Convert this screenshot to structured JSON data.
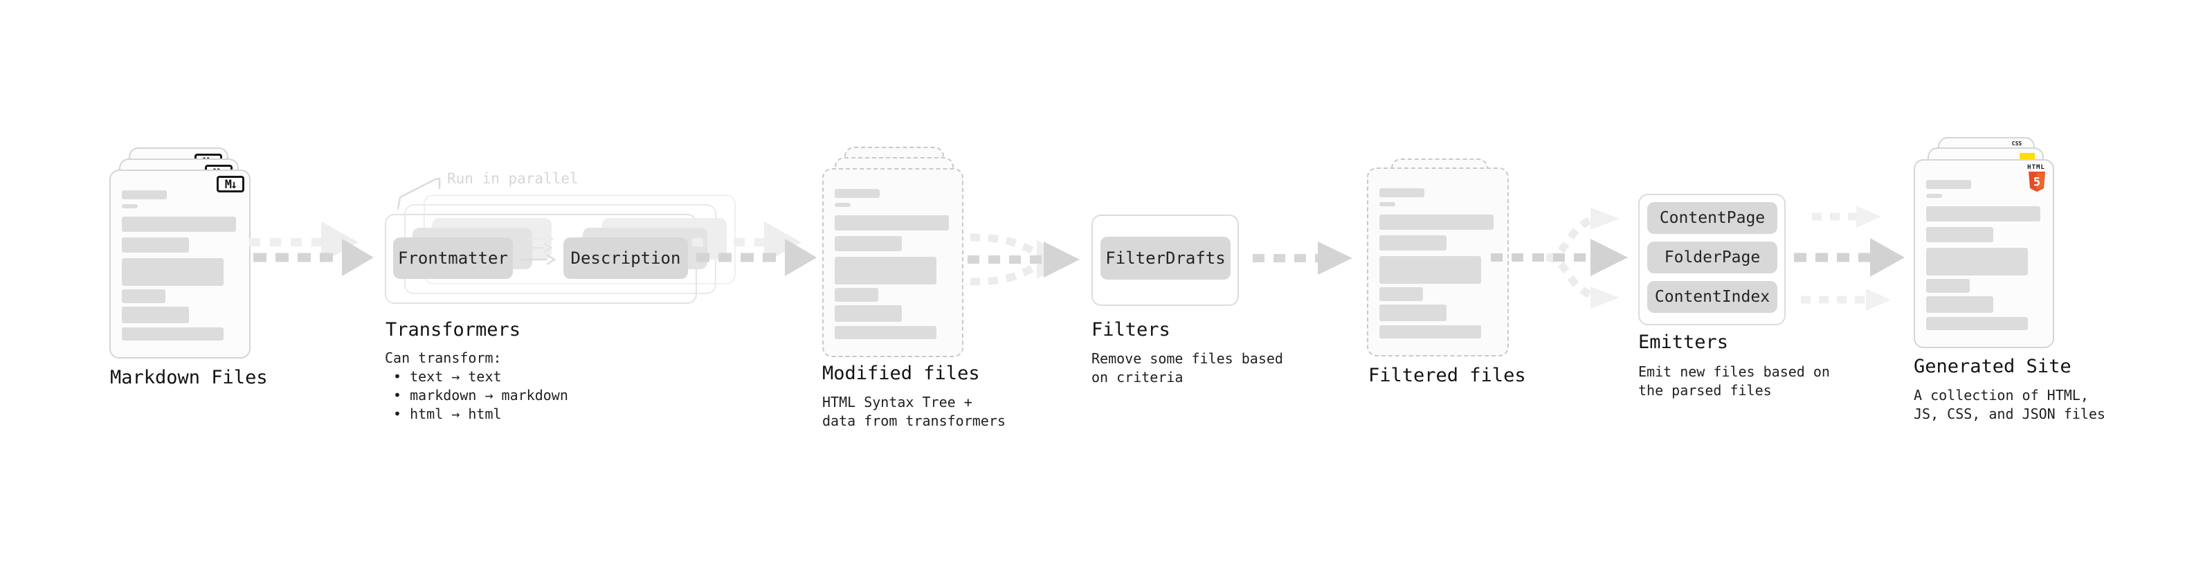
{
  "markdown_files": {
    "label": "Markdown Files",
    "badge": "M↓"
  },
  "transformers": {
    "note": "Run in parallel",
    "steps": [
      "Frontmatter",
      "Description"
    ],
    "title": "Transformers",
    "desc_heading": "Can transform:",
    "bullets": [
      "• text → text",
      "• markdown → markdown",
      "• html → html"
    ]
  },
  "modified_files": {
    "label": "Modified files",
    "desc": [
      "HTML Syntax Tree +",
      "data from transformers"
    ]
  },
  "filters": {
    "title": "Filters",
    "steps": [
      "FilterDrafts"
    ],
    "desc": [
      "Remove some files based",
      "on criteria"
    ]
  },
  "filtered_files": {
    "label": "Filtered files"
  },
  "emitters": {
    "title": "Emitters",
    "steps": [
      "ContentPage",
      "FolderPage",
      "ContentIndex"
    ],
    "desc": [
      "Emit new files based on",
      "the parsed files"
    ]
  },
  "generated_site": {
    "label": "Generated Site",
    "desc": [
      "A collection of HTML,",
      "JS, CSS, and JSON files"
    ],
    "badges": {
      "html": {
        "text": "HTML",
        "number": "5"
      },
      "css": "CSS"
    }
  },
  "colors": {
    "background": "#ffffff",
    "card_border": "#d5d5d5",
    "dashed_card_border": "#c9c9c9",
    "placeholder_gray": "#dcdcdc",
    "chip_gray": "#d8d8d8",
    "arrow_gray": "#d4d4d4",
    "ghost_arrow_gray": "#efefef",
    "note_gray": "#d6d6d6",
    "text_dark": "#161616",
    "html5_orange": "#e44d26",
    "js_yellow": "#ffdd00",
    "css_blue": "#2965f1"
  }
}
